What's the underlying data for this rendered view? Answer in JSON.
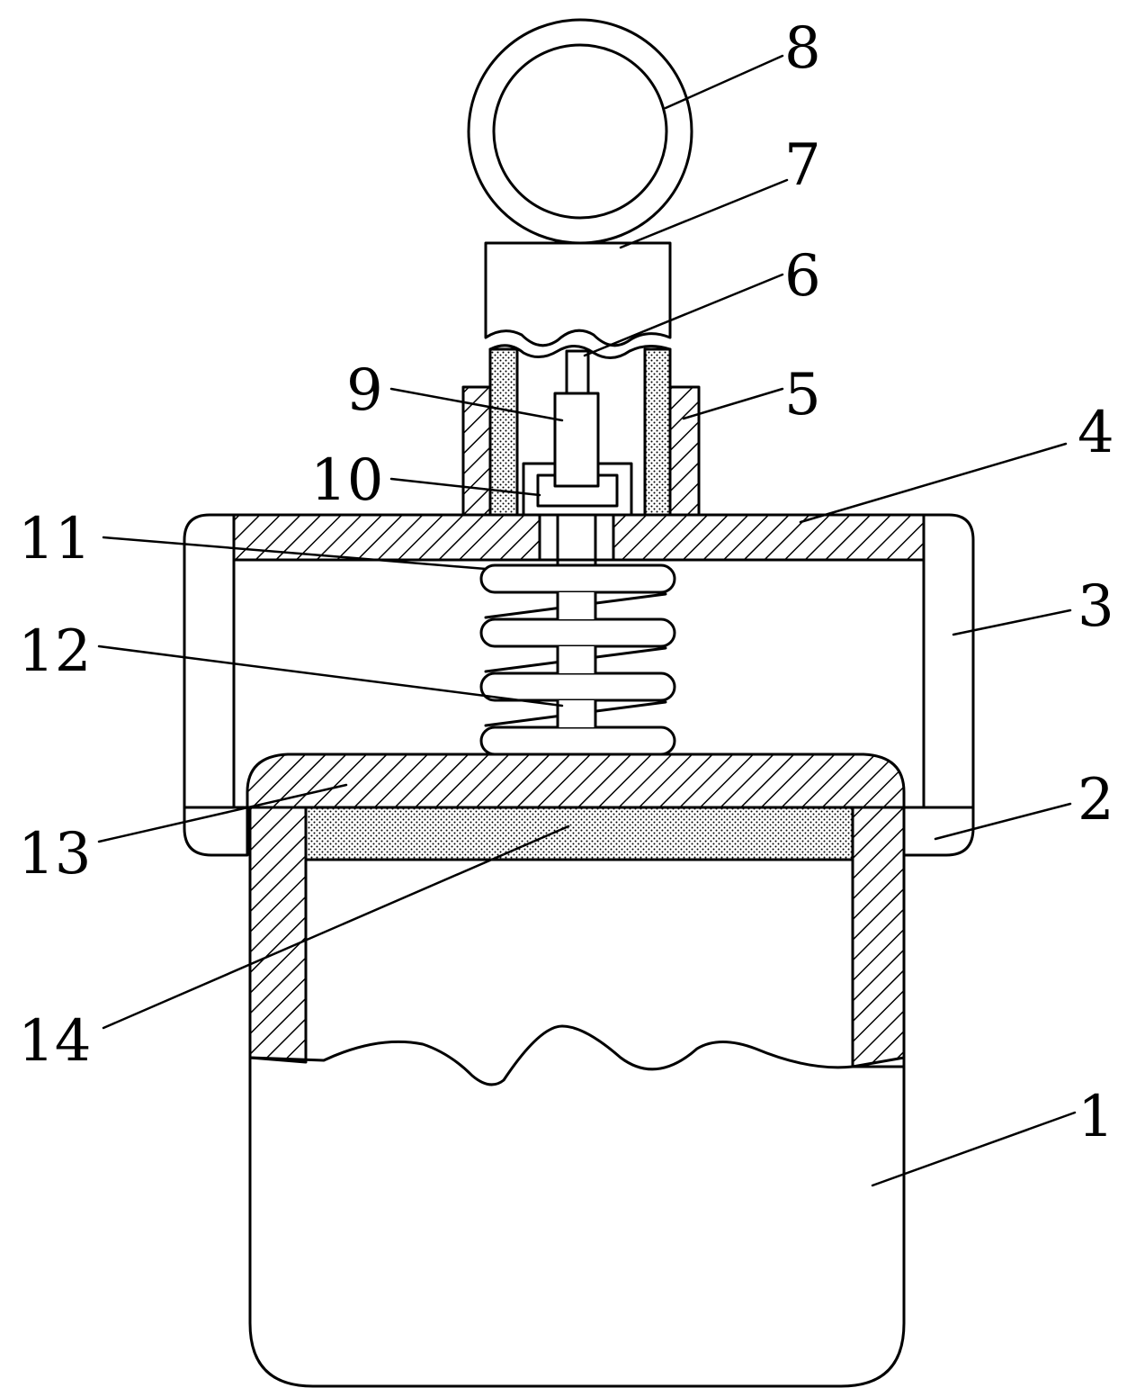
{
  "diagram": {
    "labels": {
      "l1": "1",
      "l2": "2",
      "l3": "3",
      "l4": "4",
      "l5": "5",
      "l6": "6",
      "l7": "7",
      "l8": "8",
      "l9": "9",
      "l10": "10",
      "l11": "11",
      "l12": "12",
      "l13": "13",
      "l14": "14"
    },
    "colors": {
      "stroke": "#000000",
      "background": "#ffffff",
      "dots": "#000000"
    }
  }
}
